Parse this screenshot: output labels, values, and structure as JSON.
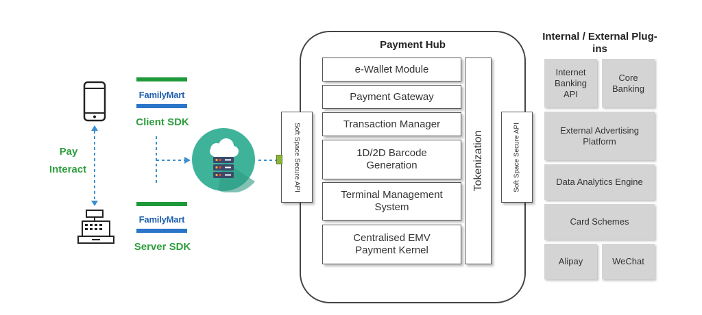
{
  "left": {
    "pay_label": "Pay",
    "interact_label": "Interact",
    "client_brand": "FamilyMart",
    "client_sdk_label": "Client SDK",
    "server_brand": "FamilyMart",
    "server_sdk_label": "Server SDK"
  },
  "hub": {
    "title": "Payment Hub",
    "left_api_label": "Soft Space Secure API",
    "right_api_label": "Soft Space Secure API",
    "tokenization_label": "Tokenization",
    "modules": [
      "e-Wallet Module",
      "Payment Gateway",
      "Transaction Manager",
      "1D/2D Barcode Generation",
      "Terminal Management System",
      "Centralised EMV Payment Kernel"
    ]
  },
  "plugins": {
    "title": "Internal / External Plug-ins",
    "internet_banking": "Internet Banking API",
    "core_banking": "Core Banking",
    "external_advertising": "External Advertising Platform",
    "data_analytics": "Data Analytics Engine",
    "card_schemes": "Card Schemes",
    "alipay": "Alipay",
    "wechat": "WeChat"
  },
  "colors": {
    "brand_green": "#1f9a3a",
    "brand_blue": "#2a74c9",
    "cloud_circle": "#3fb39a",
    "plugin_gray": "#d4d4d4",
    "arrow_blue": "#3a8fd0"
  }
}
